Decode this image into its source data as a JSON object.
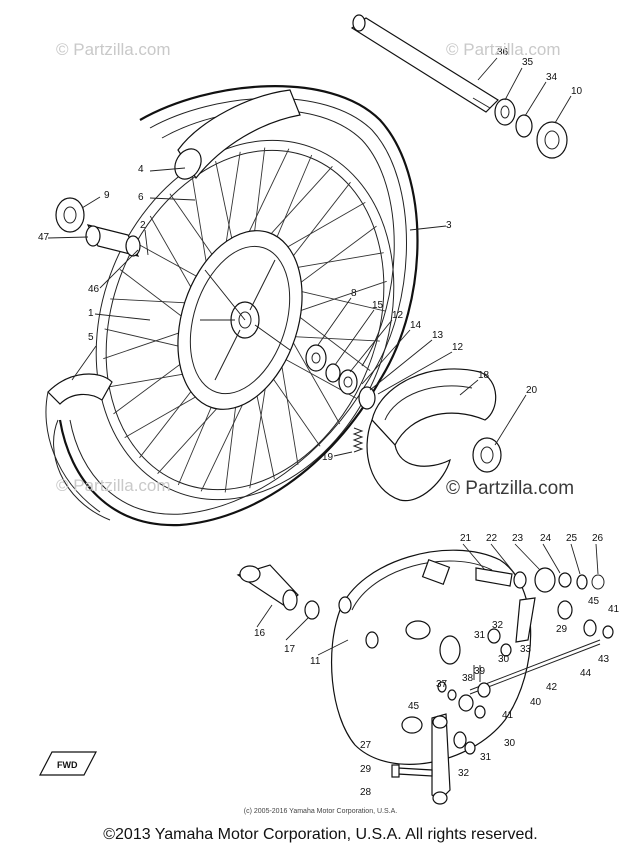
{
  "watermarks": {
    "top_left": "© Partzilla.com",
    "top_right": "© Partzilla.com",
    "mid_left": "© Partzilla.com",
    "mid_right": "© Partzilla.com"
  },
  "inner_copyright": "(c) 2005-2016 Yamaha Motor Corporation, U.S.A.",
  "footer": "©2013 Yamaha Motor Corporation, U.S.A. All rights reserved.",
  "fwd_label": "FWD",
  "callouts": [
    "36",
    "35",
    "34",
    "10",
    "4",
    "6",
    "3",
    "9",
    "2",
    "47",
    "46",
    "1",
    "8",
    "15",
    "12",
    "14",
    "13",
    "12",
    "5",
    "18",
    "20",
    "19",
    "21",
    "22",
    "23",
    "24",
    "25",
    "26",
    "16",
    "17",
    "11",
    "32",
    "31",
    "33",
    "45",
    "41",
    "39",
    "30",
    "29",
    "43",
    "44",
    "38",
    "37",
    "42",
    "40",
    "45",
    "41",
    "27",
    "30",
    "31",
    "29",
    "32",
    "28"
  ],
  "icons": {
    "fwd_arrow": "fwd-arrow-icon"
  }
}
